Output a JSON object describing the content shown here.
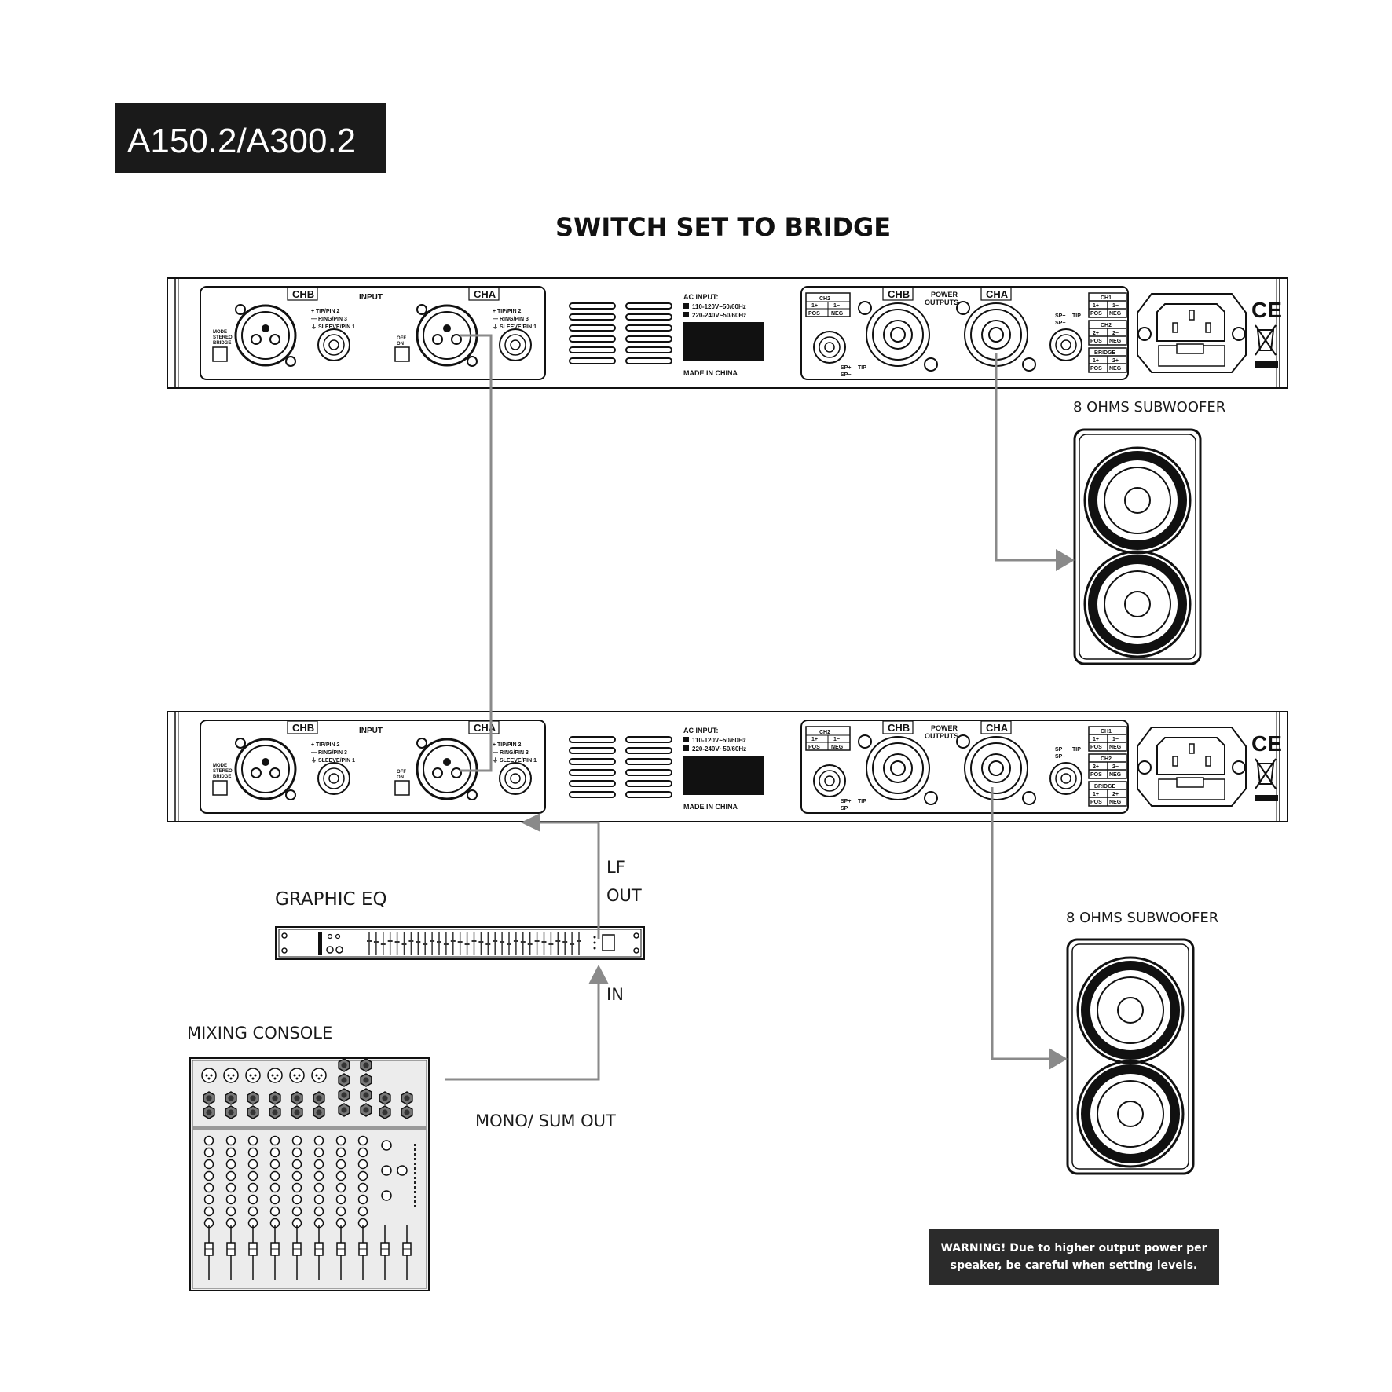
{
  "model_badge": "A150.2/A300.2",
  "heading": "SWITCH SET TO BRIDGE",
  "amp": {
    "ch_b": "CHB",
    "ch_a": "CHA",
    "input": "INPUT",
    "tip_pin2": "+ TIP/PIN 2",
    "ring_pin3": "— RING/PIN 3",
    "sleeve_pin1": "⏚ SLEEVE/PIN 1",
    "mode": "MODE",
    "mode_stereo": "STEREO",
    "mode_bridge": "BRIDGE",
    "sw_off": "OFF",
    "sw_on": "ON",
    "ac_input": "AC INPUT:",
    "ac_110": "110-120V~50/60Hz",
    "ac_220": "220-240V~50/60Hz",
    "made_in": "MADE IN CHINA",
    "power": "POWER",
    "outputs": "OUTPUTS",
    "ch2": "CH2",
    "ch1": "CH1",
    "bridge": "BRIDGE",
    "pos": "POS",
    "neg": "NEG",
    "p1p": "1+",
    "p1m": "1−",
    "p2p": "2+",
    "p2m": "2−",
    "sp_plus": "SP+",
    "sp_minus": "SP−",
    "tip": "TIP",
    "ce_mark": "CE"
  },
  "subwoofer_top_label": "8 OHMS SUBWOOFER",
  "subwoofer_bottom_label": "8 OHMS SUBWOOFER",
  "graphic_eq_label": "GRAPHIC EQ",
  "mixing_console_label": "MIXING CONSOLE",
  "lf_label": "LF",
  "out_label": "OUT",
  "in_label": "IN",
  "mono_sum_label": "MONO/ SUM OUT",
  "warning_line1": "WARNING! Due to higher output power per",
  "warning_line2": "speaker, be careful when setting levels."
}
